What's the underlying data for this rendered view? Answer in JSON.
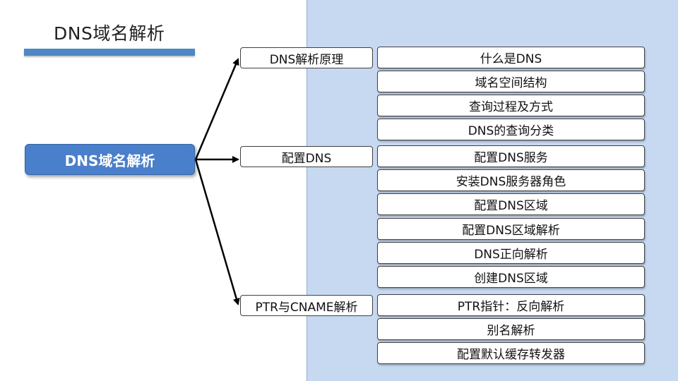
{
  "slide": {
    "title": "DNS域名解析"
  },
  "mindmap": {
    "root": "DNS域名解析",
    "categories": [
      {
        "label": "DNS解析原理",
        "items": [
          "什么是DNS",
          "域名空间结构",
          "查询过程及方式",
          "DNS的查询分类"
        ]
      },
      {
        "label": "配置DNS",
        "items": [
          "配置DNS服务",
          "安装DNS服务器角色",
          "配置DNS区域",
          "配置DNS区域解析",
          "DNS正向解析",
          "创建DNS区域"
        ]
      },
      {
        "label": "PTR与CNAME解析",
        "items": [
          "PTR指针：反向解析",
          "别名解析",
          "配置默认缓存转发器"
        ]
      }
    ]
  }
}
